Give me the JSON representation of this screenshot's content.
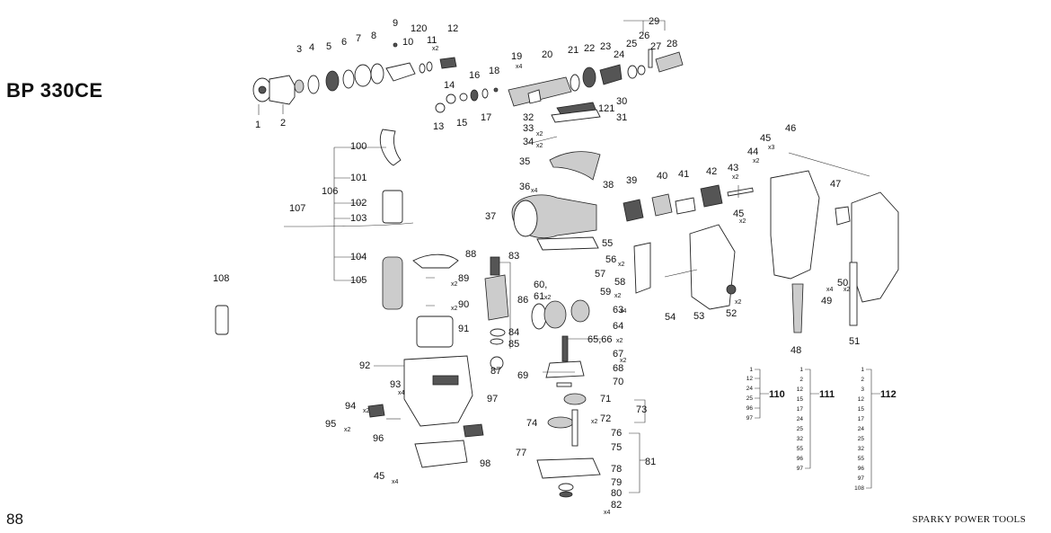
{
  "header": {
    "model": "BP 330CE"
  },
  "footer": {
    "page_number": "88",
    "brand": "SPARKY POWER TOOLS"
  },
  "callouts": [
    "1",
    "2",
    "3",
    "4",
    "5",
    "6",
    "7",
    "8",
    "9",
    "10",
    "11",
    "12",
    "13",
    "14",
    "15",
    "16",
    "17",
    "18",
    "19",
    "20",
    "21",
    "22",
    "23",
    "24",
    "25",
    "26",
    "27",
    "28",
    "29",
    "30",
    "31",
    "32",
    "33",
    "34",
    "35",
    "36",
    "37",
    "38",
    "39",
    "40",
    "41",
    "42",
    "43",
    "44",
    "45",
    "45",
    "46",
    "47",
    "48",
    "49",
    "50",
    "51",
    "52",
    "53",
    "54",
    "55",
    "56",
    "57",
    "58",
    "59",
    "60,",
    "61",
    "63",
    "64",
    "65,66",
    "67",
    "68",
    "69",
    "70",
    "71",
    "72",
    "73",
    "74",
    "75",
    "76",
    "77",
    "78",
    "79",
    "80",
    "81",
    "82",
    "83",
    "84",
    "85",
    "86",
    "87",
    "88",
    "89",
    "90",
    "91",
    "92",
    "93",
    "94",
    "95",
    "96",
    "97",
    "98",
    "100",
    "101",
    "102",
    "103",
    "104",
    "105",
    "106",
    "107",
    "108",
    "120",
    "121"
  ],
  "multipliers": [
    "x2",
    "x4",
    "x2",
    "x2",
    "x4",
    "x2",
    "x3",
    "x2",
    "x2",
    "x4",
    "x2",
    "x2",
    "x2",
    "x2",
    "x2",
    "x2",
    "x2",
    "x2",
    "x4",
    "x2",
    "x2",
    "x4",
    "x2",
    "x4",
    "x2",
    "x4"
  ],
  "sets": [
    {
      "label": "110",
      "parts": [
        "1",
        "12",
        "24",
        "25",
        "96",
        "97"
      ]
    },
    {
      "label": "111",
      "parts": [
        "1",
        "2",
        "12",
        "15",
        "17",
        "24",
        "25",
        "32",
        "55",
        "96",
        "97"
      ]
    },
    {
      "label": "112",
      "parts": [
        "1",
        "2",
        "3",
        "12",
        "15",
        "17",
        "24",
        "25",
        "32",
        "55",
        "96",
        "97",
        "108"
      ]
    }
  ]
}
